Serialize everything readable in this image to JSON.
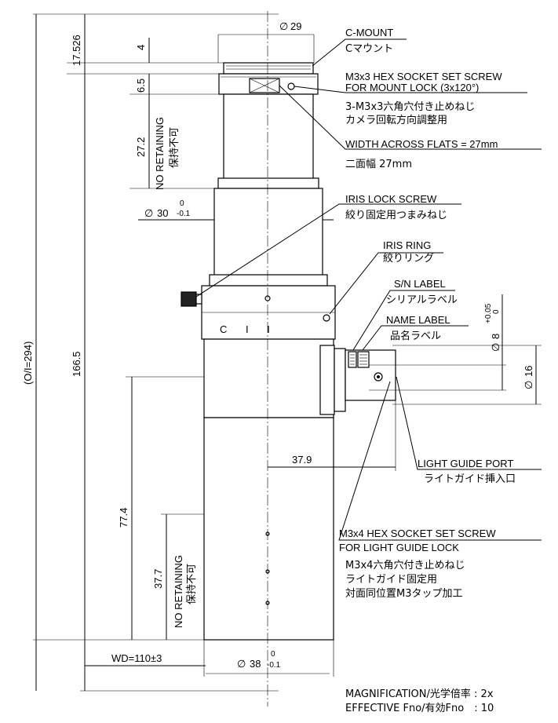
{
  "labels": {
    "c_mount_en": "C-MOUNT",
    "c_mount_jp": "Cマウント",
    "m3x3_en_1": "M3x3 HEX SOCKET SET SCREW",
    "m3x3_en_2": "FOR MOUNT LOCK (3x120°)",
    "m3x3_jp_1": "3-M3x3六角穴付き止めねじ",
    "m3x3_jp_2": "カメラ回転方向調整用",
    "flats_en": "WIDTH ACROSS FLATS = 27mm",
    "flats_jp": "二面幅 27mm",
    "iris_lock_en": "IRIS LOCK SCREW",
    "iris_lock_jp": "絞り固定用つまみねじ",
    "iris_ring_en": "IRIS RING",
    "iris_ring_jp": "絞りリング",
    "sn_en": "S/N LABEL",
    "sn_jp": "シリアルラベル",
    "name_en": "NAME LABEL",
    "name_jp": "品名ラベル",
    "lg_port_en": "LIGHT GUIDE PORT",
    "lg_port_jp": "ライトガイド挿入口",
    "m3x4_en_1": "M3x4 HEX SOCKET SET SCREW",
    "m3x4_en_2": "FOR LIGHT GUIDE LOCK",
    "m3x4_jp_1": "M3x4六角穴付き止めねじ",
    "m3x4_jp_2": "ライトガイド固定用",
    "m3x4_jp_3": "対面同位置M3タップ加工",
    "no_retaining_en": "NO RETAINING",
    "no_retaining_jp": "保持不可",
    "ring_marks": "C I I"
  },
  "dimensions": {
    "total": "(O/I=294)",
    "d17": "17.526",
    "d4": "4",
    "d65": "6.5",
    "d272": "27.2",
    "d1665": "166.5",
    "d774": "77.4",
    "d377": "37.7",
    "d379": "37.9",
    "wd": "WD=110±3",
    "phi29": "29",
    "phi30": "30",
    "phi30_tol_up": "0",
    "phi30_tol_dn": "-0.1",
    "phi38": "38",
    "phi38_tol_up": "0",
    "phi38_tol_dn": "-0.1",
    "phi8": "8",
    "phi8_tol_up": "+0.05",
    "phi8_tol_dn": "0",
    "phi16": "16",
    "diam_symbol": "∅"
  },
  "specs": {
    "magnification": "MAGNIFICATION/光学倍率 : 2x",
    "fno": "EFFECTIVE Fno/有効Fno　: 10"
  }
}
